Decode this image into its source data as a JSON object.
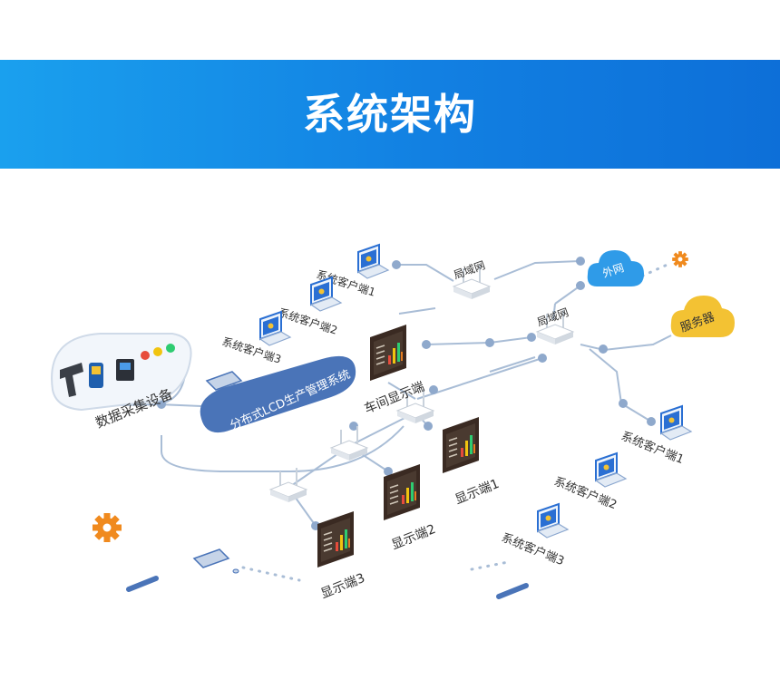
{
  "page_title": "系统架构",
  "nodes": {
    "data_collection": "数据采集设备",
    "core_system": "分布式LCD生产管理系统",
    "lan_top": "局域网",
    "lan_mid": "局域网",
    "wan": "外网",
    "server": "服务器",
    "workshop_display": "车间显示端",
    "display_1": "显示端1",
    "display_2": "显示端2",
    "display_3": "显示端3",
    "client_l1": "系统客户端1",
    "client_l2": "系统客户端2",
    "client_l3": "系统客户端3",
    "client_r1": "系统客户端1",
    "client_r2": "系统客户端2",
    "client_r3": "系统客户端3"
  },
  "colors": {
    "banner_start": "#1aa0ee",
    "banner_end": "#0d6fd8",
    "line": "#a9bdd6",
    "dot": "#8fa9cc",
    "core_pill": "#4a74b8",
    "cloud": "#2f9be8",
    "server_cloud": "#f3c233",
    "gear": "#f08a1e",
    "screen_frame": "#3a2a22",
    "laptop": "#2a6fd3"
  }
}
